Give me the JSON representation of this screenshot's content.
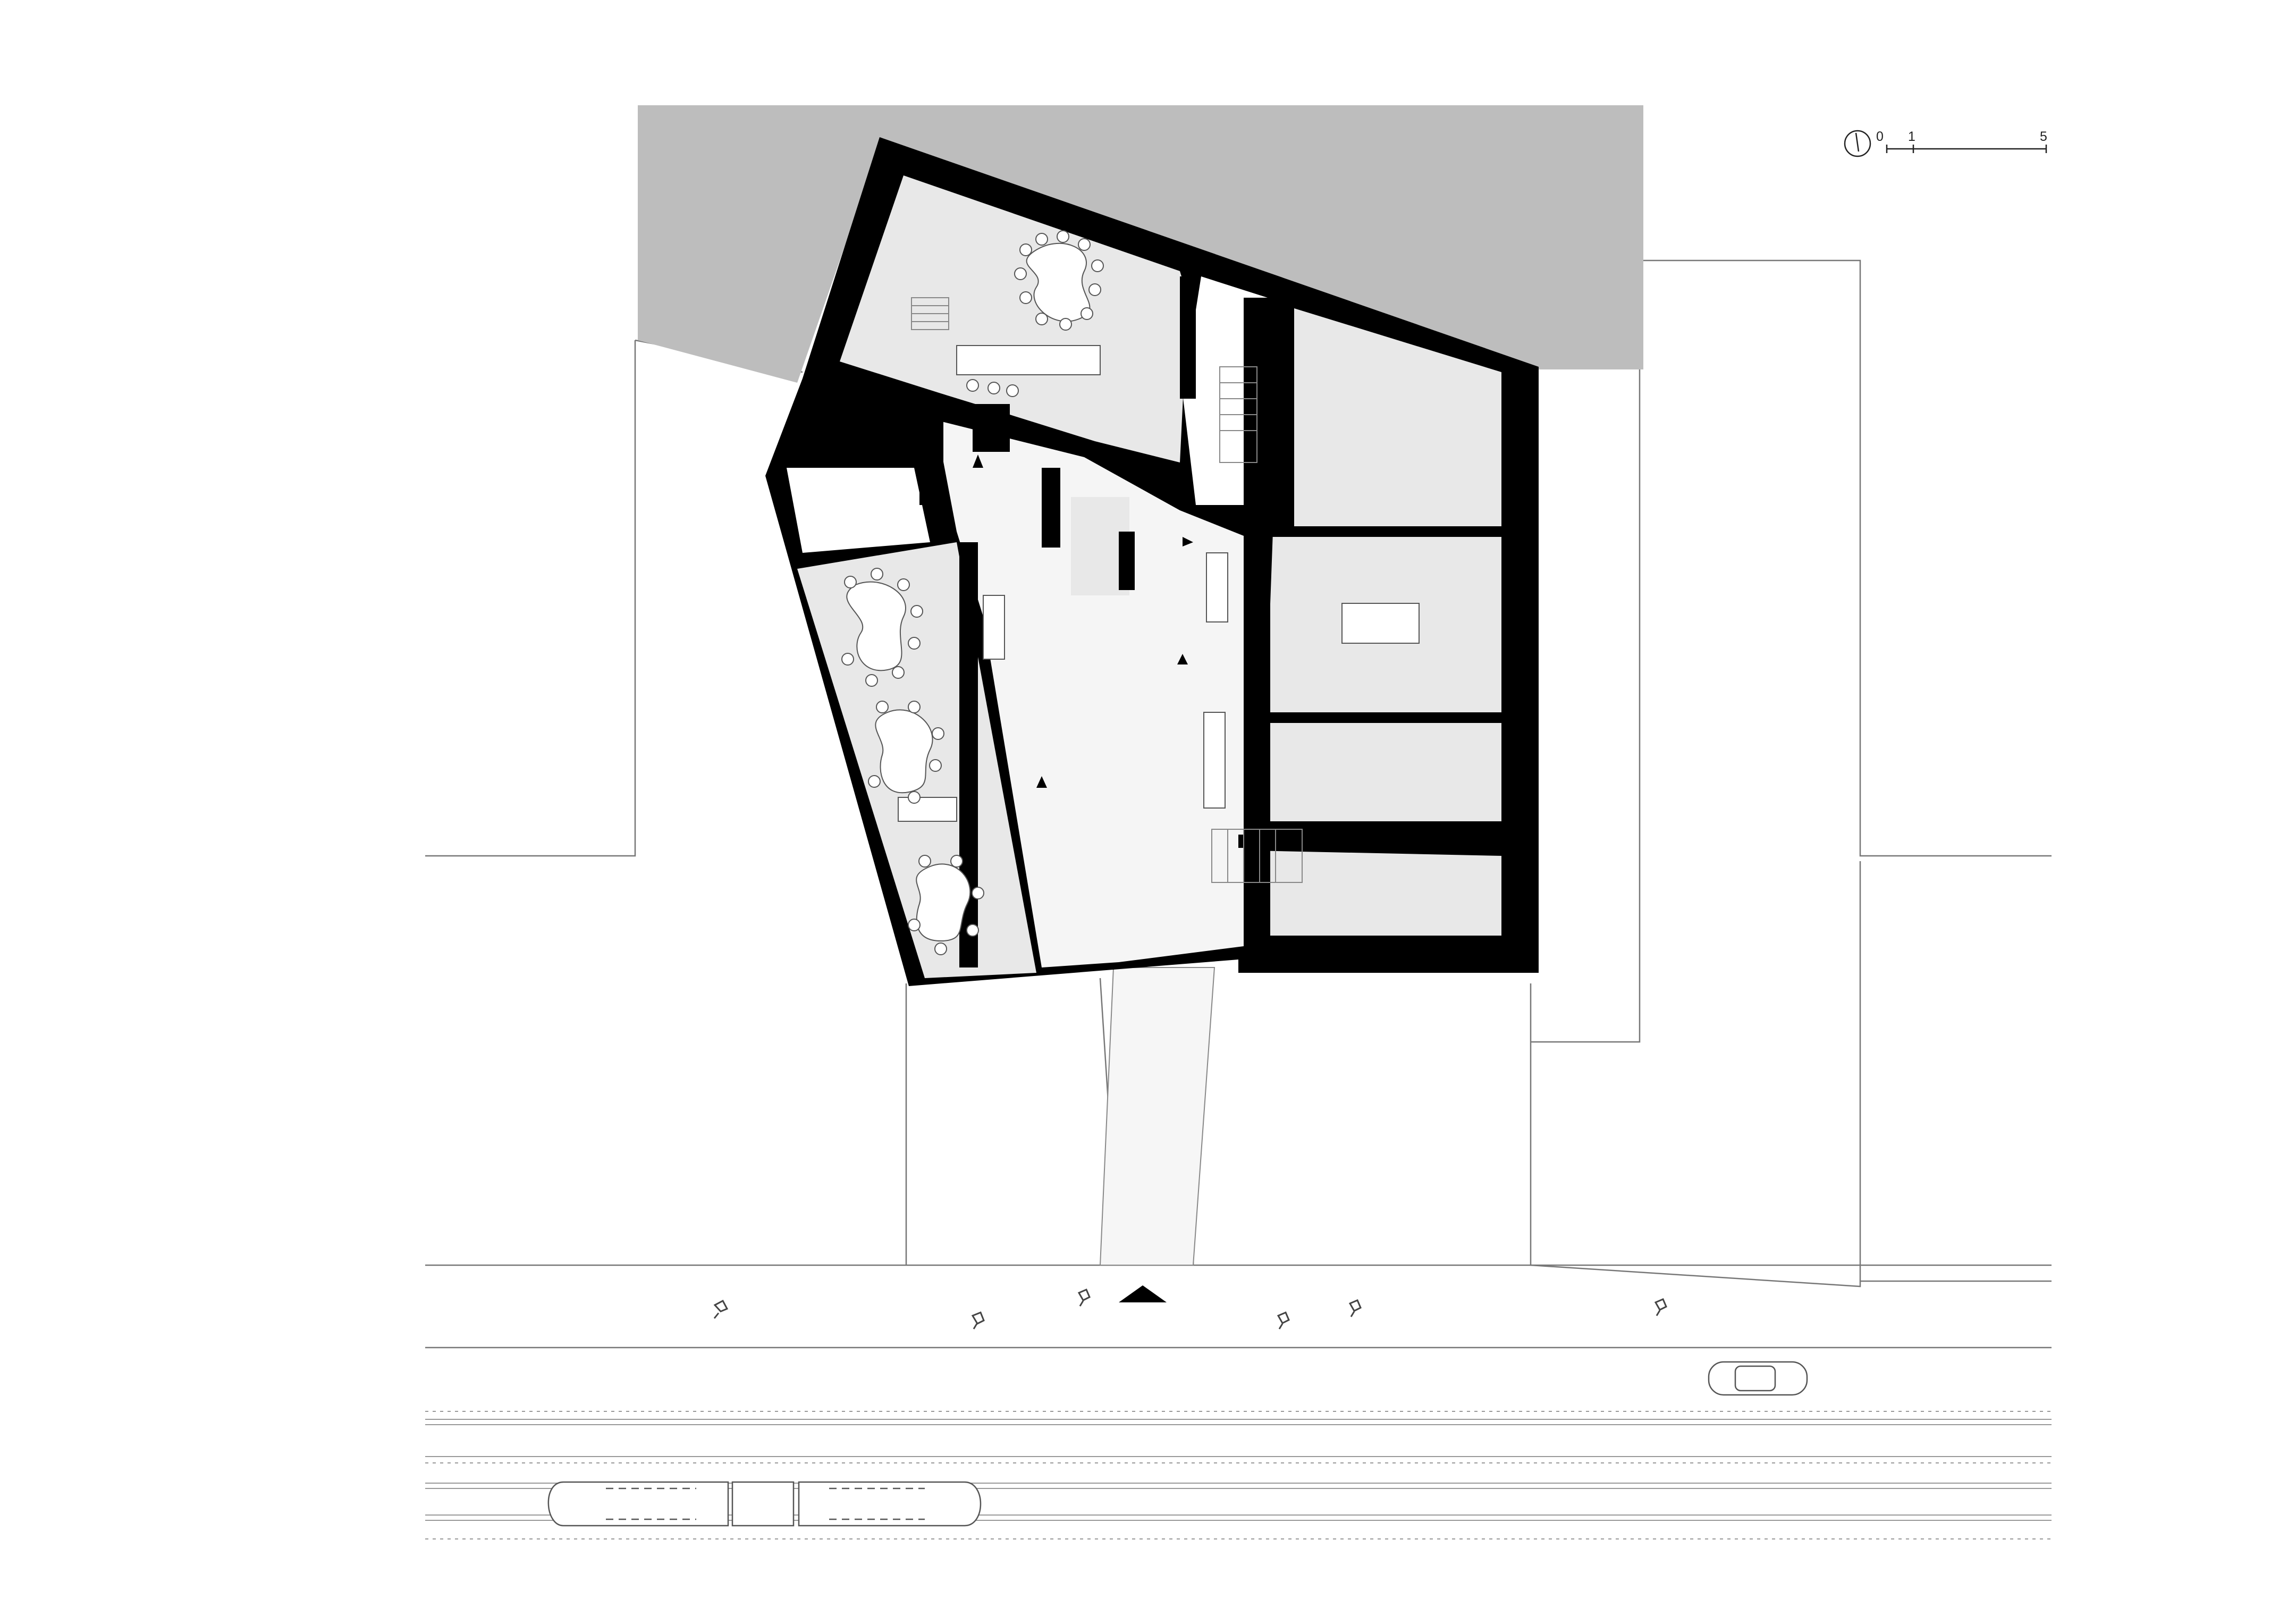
{
  "scale_bar": {
    "labels": [
      "0",
      "1",
      "5"
    ]
  },
  "icons": {
    "north": "north-arrow-icon",
    "entrance": "entrance-arrow-icon",
    "person": "person-icon",
    "car": "car-icon",
    "tram": "tram-icon"
  },
  "colors": {
    "wall": "#000000",
    "room_fill": "#e8e8e8",
    "neighbour_fill": "#bdbdbd",
    "line": "#777777",
    "background": "#ffffff"
  }
}
